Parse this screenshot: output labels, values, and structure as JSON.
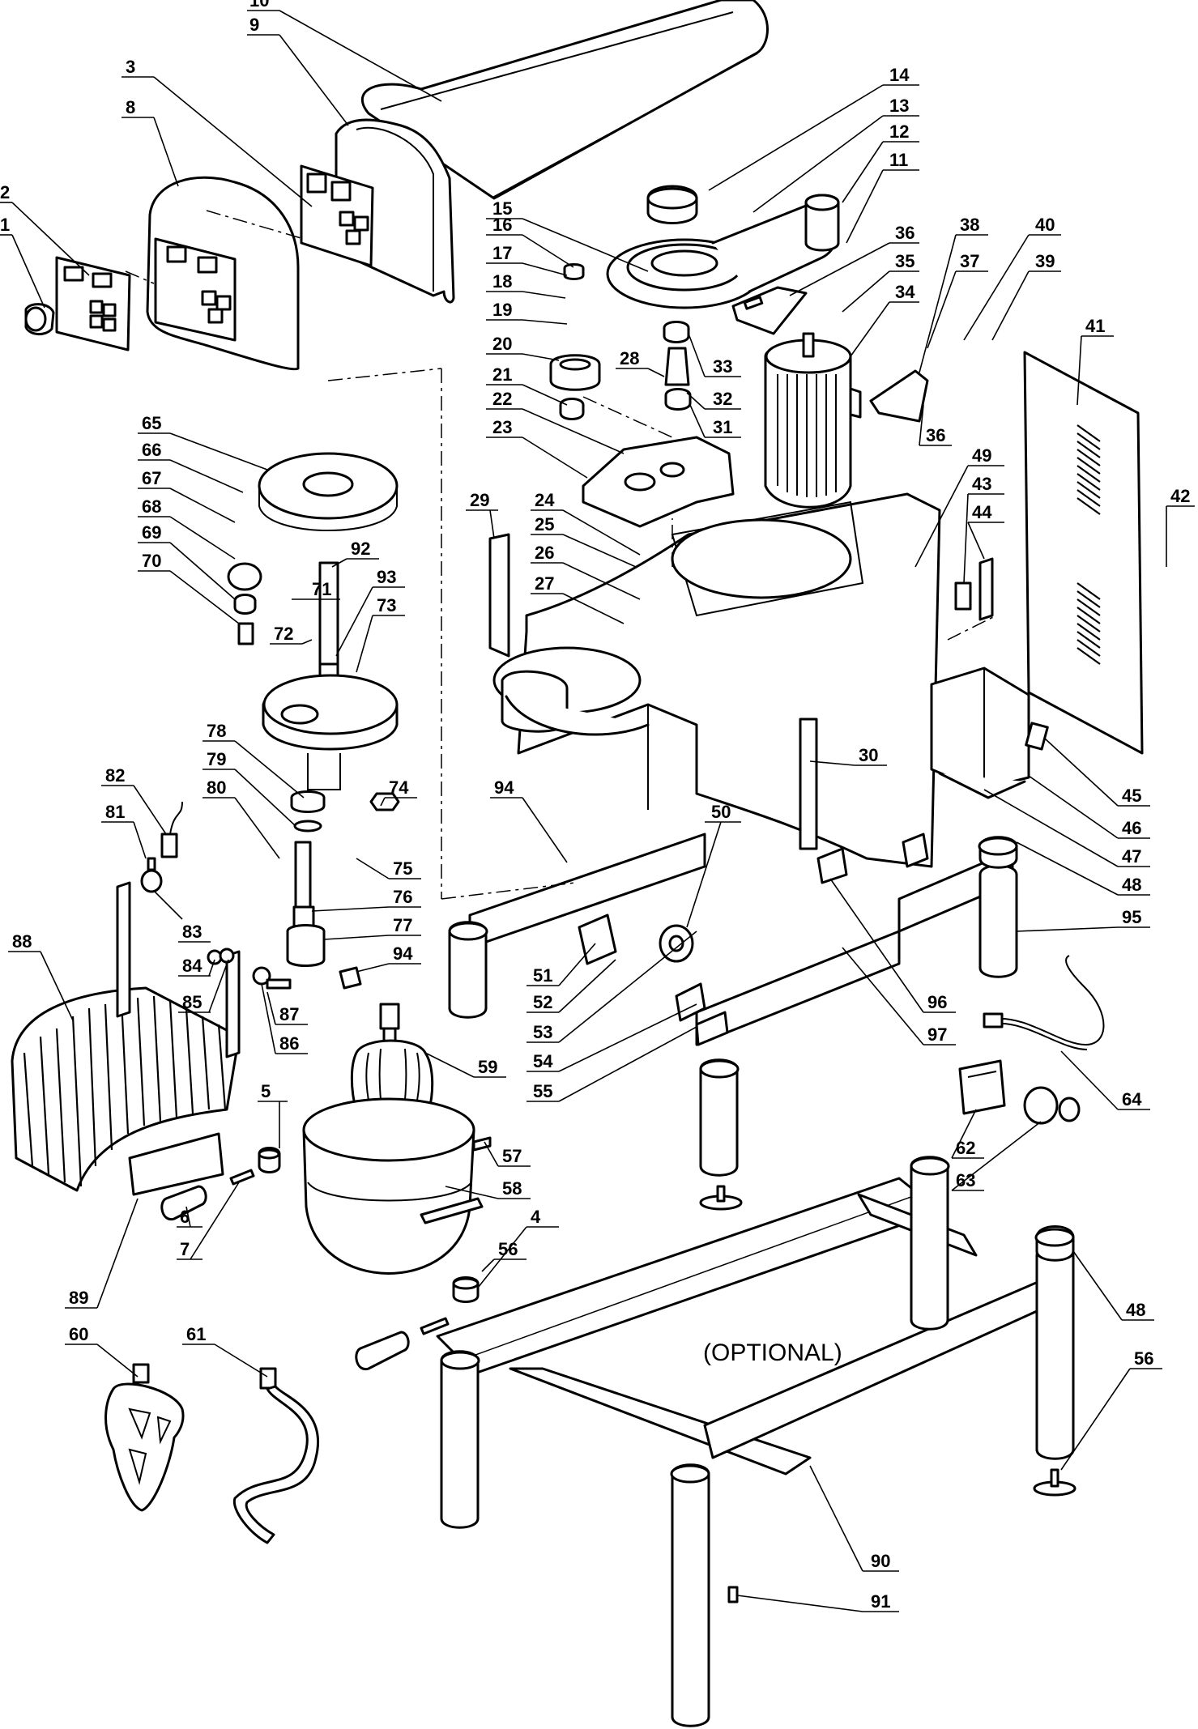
{
  "note": "(OPTIONAL)",
  "callouts": [
    {
      "label": "10"
    },
    {
      "label": "9"
    },
    {
      "label": "3"
    },
    {
      "label": "8"
    },
    {
      "label": "2"
    },
    {
      "label": "1"
    },
    {
      "label": "14"
    },
    {
      "label": "13"
    },
    {
      "label": "12"
    },
    {
      "label": "11"
    },
    {
      "label": "15"
    },
    {
      "label": "16"
    },
    {
      "label": "17"
    },
    {
      "label": "18"
    },
    {
      "label": "19"
    },
    {
      "label": "20"
    },
    {
      "label": "21"
    },
    {
      "label": "22"
    },
    {
      "label": "23"
    },
    {
      "label": "28"
    },
    {
      "label": "33"
    },
    {
      "label": "32"
    },
    {
      "label": "31"
    },
    {
      "label": "36"
    },
    {
      "label": "35"
    },
    {
      "label": "34"
    },
    {
      "label": "38"
    },
    {
      "label": "37"
    },
    {
      "label": "40"
    },
    {
      "label": "39"
    },
    {
      "label": "36"
    },
    {
      "label": "41"
    },
    {
      "label": "42"
    },
    {
      "label": "49"
    },
    {
      "label": "43"
    },
    {
      "label": "44"
    },
    {
      "label": "65"
    },
    {
      "label": "66"
    },
    {
      "label": "67"
    },
    {
      "label": "68"
    },
    {
      "label": "69"
    },
    {
      "label": "70"
    },
    {
      "label": "71"
    },
    {
      "label": "72"
    },
    {
      "label": "92"
    },
    {
      "label": "93"
    },
    {
      "label": "73"
    },
    {
      "label": "29"
    },
    {
      "label": "24"
    },
    {
      "label": "25"
    },
    {
      "label": "26"
    },
    {
      "label": "27"
    },
    {
      "label": "30"
    },
    {
      "label": "45"
    },
    {
      "label": "46"
    },
    {
      "label": "47"
    },
    {
      "label": "48"
    },
    {
      "label": "95"
    },
    {
      "label": "78"
    },
    {
      "label": "79"
    },
    {
      "label": "80"
    },
    {
      "label": "74"
    },
    {
      "label": "94"
    },
    {
      "label": "50"
    },
    {
      "label": "82"
    },
    {
      "label": "81"
    },
    {
      "label": "75"
    },
    {
      "label": "76"
    },
    {
      "label": "77"
    },
    {
      "label": "94"
    },
    {
      "label": "83"
    },
    {
      "label": "84"
    },
    {
      "label": "85"
    },
    {
      "label": "87"
    },
    {
      "label": "86"
    },
    {
      "label": "88"
    },
    {
      "label": "51"
    },
    {
      "label": "52"
    },
    {
      "label": "53"
    },
    {
      "label": "54"
    },
    {
      "label": "55"
    },
    {
      "label": "96"
    },
    {
      "label": "97"
    },
    {
      "label": "64"
    },
    {
      "label": "59"
    },
    {
      "label": "5"
    },
    {
      "label": "57"
    },
    {
      "label": "58"
    },
    {
      "label": "56"
    },
    {
      "label": "62"
    },
    {
      "label": "63"
    },
    {
      "label": "6"
    },
    {
      "label": "7"
    },
    {
      "label": "89"
    },
    {
      "label": "4"
    },
    {
      "label": "48"
    },
    {
      "label": "60"
    },
    {
      "label": "61"
    },
    {
      "label": "56"
    },
    {
      "label": "90"
    },
    {
      "label": "91"
    }
  ]
}
